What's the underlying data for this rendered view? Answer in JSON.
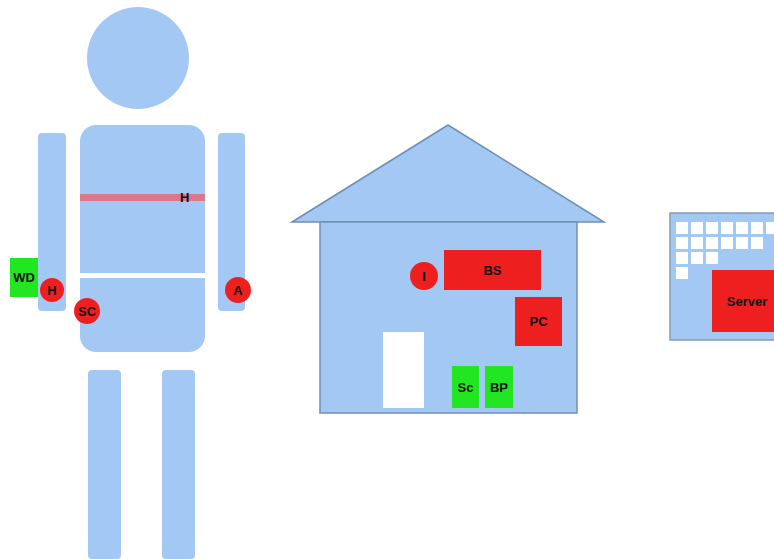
{
  "diagram": {
    "nodes": [
      {
        "text": [
          "H"
        ]
      },
      {
        "text": [
          "WD"
        ]
      },
      {
        "text": [
          "H"
        ]
      },
      {
        "text": [
          "SC"
        ]
      },
      {
        "text": [
          "A"
        ]
      },
      {
        "text": [
          "I"
        ]
      },
      {
        "text": [
          "BS"
        ]
      },
      {
        "text": [
          "PC"
        ]
      },
      {
        "text": [
          "Sc"
        ]
      },
      {
        "text": [
          "BP"
        ]
      },
      {
        "text": [
          "Server"
        ]
      }
    ]
  }
}
